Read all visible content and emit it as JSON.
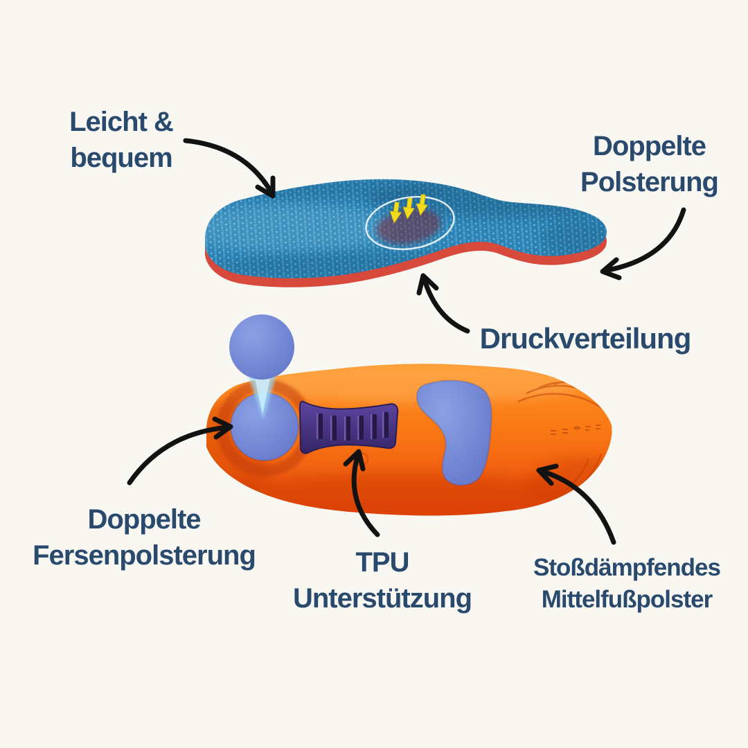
{
  "page": {
    "type": "product-infographic",
    "product": "Gel-Einlegesohlen (insoles)",
    "background_color": "#f9f7f2"
  },
  "labels": {
    "leicht": {
      "line1": "Leicht &",
      "line2": "bequem"
    },
    "doppelte_polsterung": {
      "line1": "Doppelte",
      "line2": "Polsterung"
    },
    "druckverteilung": {
      "line1": "Druckverteilung"
    },
    "fersenpolsterung": {
      "line1": "Doppelte",
      "line2": "Fersenpolsterung"
    },
    "tpu": {
      "line1": "TPU",
      "line2": "Unterstützung"
    },
    "mittelfuss": {
      "line1": "Stoßdämpfendes",
      "line2": "Mittelfußpolster"
    }
  },
  "icons": {
    "annotation_arrows": [
      "curved-arrow-to-top-insole",
      "curved-arrow-to-heel-edge",
      "curved-arrow-to-midsole",
      "curved-arrow-to-heel-pad",
      "curved-arrow-to-tpu",
      "curved-arrow-to-metatarsal-pad"
    ],
    "pressure_arrows": "three-yellow-down-arrows",
    "cushion_beam": "light-blue-down-cone"
  },
  "colors": {
    "text": "#2a4a6d",
    "arrow": "#121212",
    "fabric_blue": "#3590c2",
    "base_red": "#d7493b",
    "sole_orange": "#f97714",
    "pad_blue": "#6f84d2",
    "tpu_purple": "#43307f",
    "pressure_yellow": "#f2dc1e"
  }
}
